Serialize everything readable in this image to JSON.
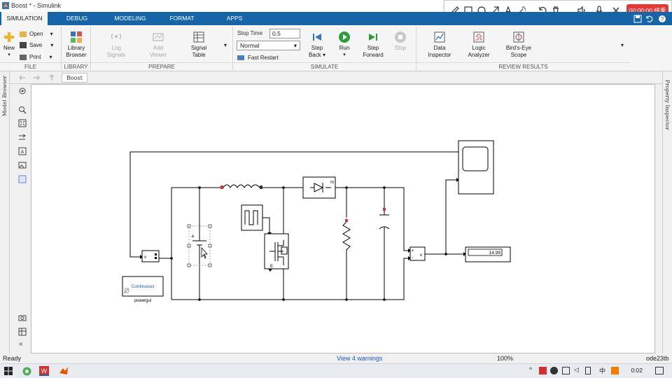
{
  "window": {
    "title": "Boost * - Simulink"
  },
  "tabs": [
    {
      "label": "SIMULATION",
      "active": true
    },
    {
      "label": "DEBUG",
      "active": false
    },
    {
      "label": "MODELING",
      "active": false
    },
    {
      "label": "FORMAT",
      "active": false
    },
    {
      "label": "APPS",
      "active": false
    }
  ],
  "ribbon": {
    "file": {
      "label": "FILE",
      "new": "New",
      "open": "Open",
      "save": "Save",
      "print": "Print"
    },
    "library": {
      "label": "LIBRARY",
      "library_browser": [
        "Library",
        "Browser"
      ]
    },
    "prepare": {
      "label": "PREPARE",
      "log_signals": [
        "Log",
        "Signals"
      ],
      "add_viewer": [
        "Add",
        "Viewer"
      ],
      "signal_table": [
        "Signal",
        "Table"
      ]
    },
    "simulate": {
      "label": "SIMULATE",
      "stop_time_label": "Stop Time",
      "stop_time_value": "0.5",
      "mode": "Normal",
      "fast_restart": "Fast Restart",
      "step_back": [
        "Step",
        "Back"
      ],
      "run": "Run",
      "step_forward": [
        "Step",
        "Forward"
      ],
      "stop": "Stop"
    },
    "review": {
      "label": "REVIEW RESULTS",
      "data_inspector": [
        "Data",
        "Inspector"
      ],
      "logic_analyzer": [
        "Logic",
        "Analyzer"
      ],
      "birds_eye": [
        "Bird's-Eye",
        "Scope"
      ]
    }
  },
  "recorder": {
    "timer": "00:00:00 结束"
  },
  "breadcrumb": "Boost",
  "side": {
    "model_browser": "Model Browser",
    "property_inspector": "Property Inspector"
  },
  "model": {
    "display_value": "14.99",
    "powergui_mode": "Continuous",
    "powergui_label": "powergui",
    "pwm_gate_label": "E",
    "diode_label": "m",
    "sum_out": "v",
    "sum_plus": "+",
    "sum_minus": "-",
    "vm_out": "v",
    "battery_plus": "+"
  },
  "status": {
    "ready": "Ready",
    "warnings": "View 4 warnings",
    "zoom": "100%",
    "solver": "ode23tb"
  },
  "taskbar": {
    "time": "0:02",
    "ime": "中"
  },
  "colors": {
    "accent": "#1565a8",
    "link": "#1a56c8",
    "record": "#e53935",
    "run": "#2e9e3a"
  }
}
